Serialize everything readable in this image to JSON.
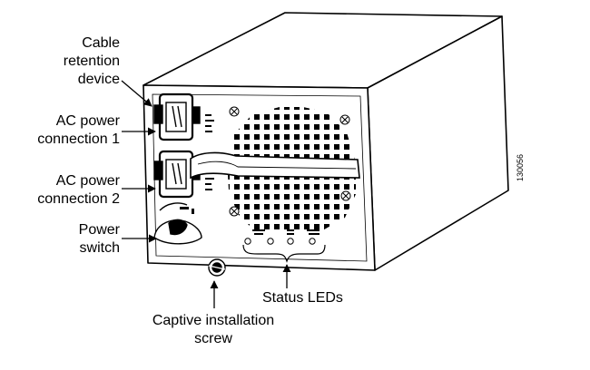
{
  "callouts": {
    "cable_retention": [
      "Cable",
      "retention",
      "device"
    ],
    "ac_power_1": [
      "AC power",
      "connection 1"
    ],
    "ac_power_2": [
      "AC power",
      "connection 2"
    ],
    "power_switch": [
      "Power",
      "switch"
    ],
    "status_leds": "Status LEDs",
    "captive_screw": [
      "Captive installation",
      "screw"
    ]
  },
  "figure_id": "130056"
}
